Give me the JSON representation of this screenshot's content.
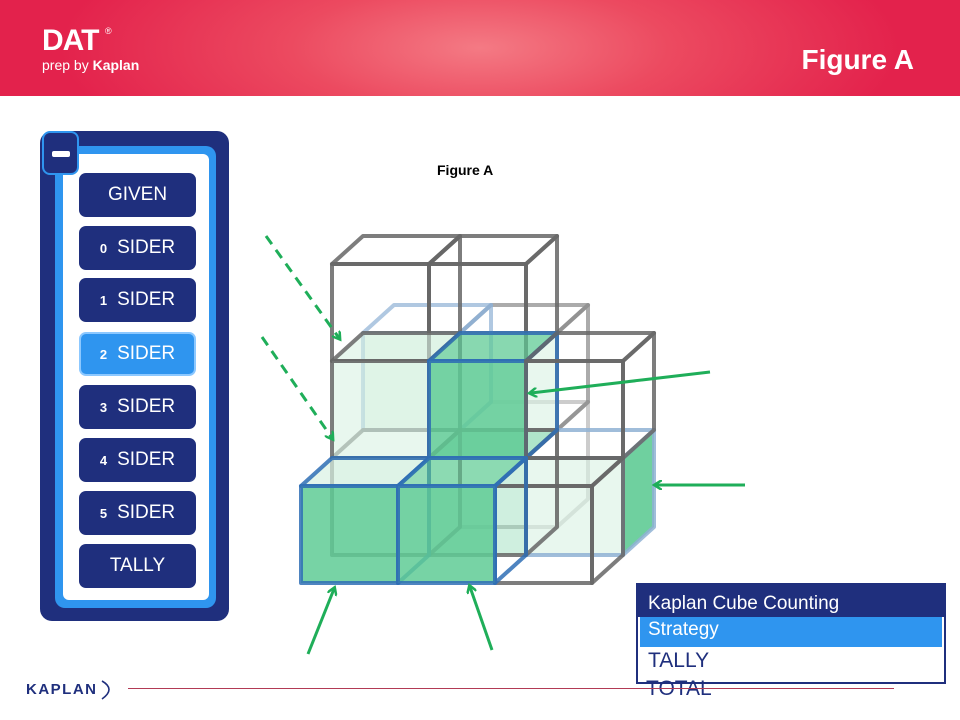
{
  "header": {
    "brand_main": "DAT",
    "brand_reg": "®",
    "brand_sub_prefix": "prep by ",
    "brand_sub_bold": "Kaplan",
    "title": "Figure A"
  },
  "sidebar": {
    "items": [
      {
        "num": "",
        "label": "GIVEN",
        "active": false
      },
      {
        "num": "0",
        "label": "SIDER",
        "active": false
      },
      {
        "num": "1",
        "label": "SIDER",
        "active": false
      },
      {
        "num": "2",
        "label": "SIDER",
        "active": true
      },
      {
        "num": "3",
        "label": "SIDER",
        "active": false
      },
      {
        "num": "4",
        "label": "SIDER",
        "active": false
      },
      {
        "num": "5",
        "label": "SIDER",
        "active": false
      },
      {
        "num": "",
        "label": "TALLY",
        "active": false
      }
    ]
  },
  "figure": {
    "caption": "Figure A"
  },
  "legend": {
    "line1": "Kaplan Cube Counting",
    "line2": "Strategy",
    "line3": "TALLY",
    "line4": "TOTAL"
  },
  "footer": {
    "logo_text": "KAPLAN"
  },
  "colors": {
    "brand_red": "#e3224c",
    "navy": "#1f2f7d",
    "blue": "#2f95ef",
    "green_fill": "#5fcb95",
    "arrow_green": "#1fae59",
    "cube_edge": "#666666"
  }
}
